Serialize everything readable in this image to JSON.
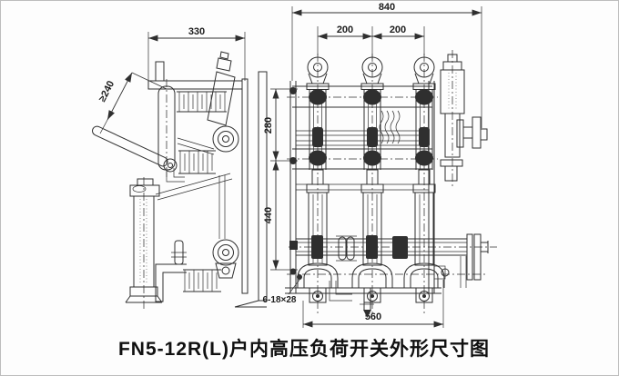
{
  "colors": {
    "background": "#fdfdfd",
    "ink": "#2f2f2f"
  },
  "caption": "FN5-12R(L)户内高压负荷开关外形尺寸图",
  "side_view": {
    "dims": {
      "d330": "330",
      "d240": "≥240"
    }
  },
  "front_view": {
    "dims": {
      "d840": "840",
      "d200a": "200",
      "d200b": "200",
      "d280": "280",
      "d440": "440",
      "d560": "560",
      "holes": "6-18×28"
    }
  }
}
